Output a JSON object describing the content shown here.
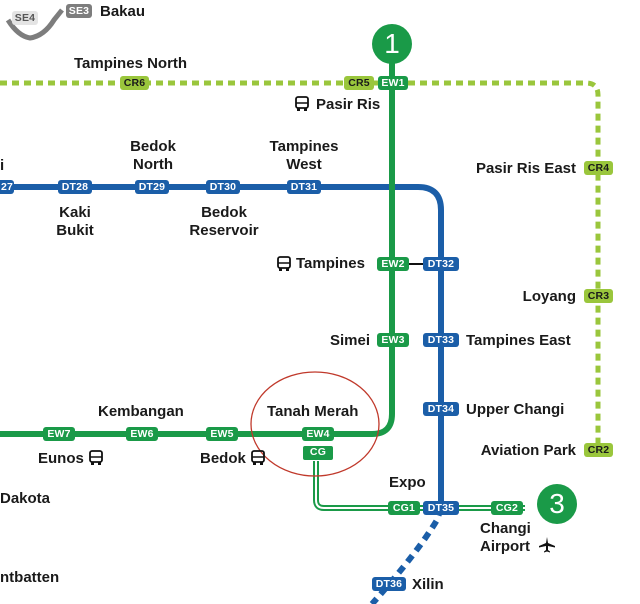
{
  "colors": {
    "ew_line": "#1a9a48",
    "dt_line": "#1b5ea8",
    "cr_line": "#9ac63c",
    "se_line": "#7d7d7d",
    "highlight_circle": "#c0392b"
  },
  "line_numbers": {
    "ew_cg": "1",
    "cg_end": "3"
  },
  "stations": {
    "tampines_north": {
      "name": "Tampines North",
      "code": "CR6"
    },
    "pasir_ris": {
      "name": "Pasir Ris",
      "codes": [
        "CR5",
        "EW1"
      ]
    },
    "pasir_ris_east": {
      "name": "Pasir Ris East",
      "code": "CR4"
    },
    "loyang": {
      "name": "Loyang",
      "code": "CR3"
    },
    "aviation_park": {
      "name": "Aviation Park",
      "code": "CR2"
    },
    "partial_left": {
      "name": "i",
      "code": "27"
    },
    "kaki_bukit": {
      "name": "Kaki Bukit",
      "lines": [
        "Kaki",
        "Bukit"
      ],
      "code": "DT28"
    },
    "bedok_north": {
      "name": "Bedok North",
      "lines": [
        "Bedok",
        "North"
      ],
      "code": "DT29"
    },
    "bedok_reservoir": {
      "name": "Bedok Reservoir",
      "lines": [
        "Bedok",
        "Reservoir"
      ],
      "code": "DT30"
    },
    "tampines_west": {
      "name": "Tampines West",
      "lines": [
        "Tampines",
        "West"
      ],
      "code": "DT31"
    },
    "tampines": {
      "name": "Tampines",
      "codes": [
        "EW2",
        "DT32"
      ]
    },
    "simei": {
      "name": "Simei",
      "code": "EW3"
    },
    "tampines_east": {
      "name": "Tampines East",
      "code": "DT33"
    },
    "upper_changi": {
      "name": "Upper Changi",
      "code": "DT34"
    },
    "eunos": {
      "name": "Eunos",
      "code": "EW7"
    },
    "kembangan": {
      "name": "Kembangan",
      "code": "EW6"
    },
    "bedok": {
      "name": "Bedok",
      "code": "EW5"
    },
    "tanah_merah": {
      "name": "Tanah Merah",
      "codes": [
        "EW4",
        "CG"
      ]
    },
    "expo": {
      "name": "Expo",
      "codes": [
        "CG1",
        "DT35"
      ]
    },
    "changi_airport": {
      "name": "Changi Airport",
      "lines": [
        "Changi",
        "Airport"
      ],
      "code": "CG2"
    },
    "xilin": {
      "name": "Xilin",
      "code": "DT36"
    },
    "dakota": {
      "name": "Dakota"
    },
    "mountbatten": {
      "name": "ntbatten"
    },
    "bakau": {
      "name": "Bakau",
      "code": "SE3"
    },
    "se4": {
      "code": "SE4"
    }
  },
  "icons": [
    "bus-icon",
    "airplane-icon"
  ]
}
